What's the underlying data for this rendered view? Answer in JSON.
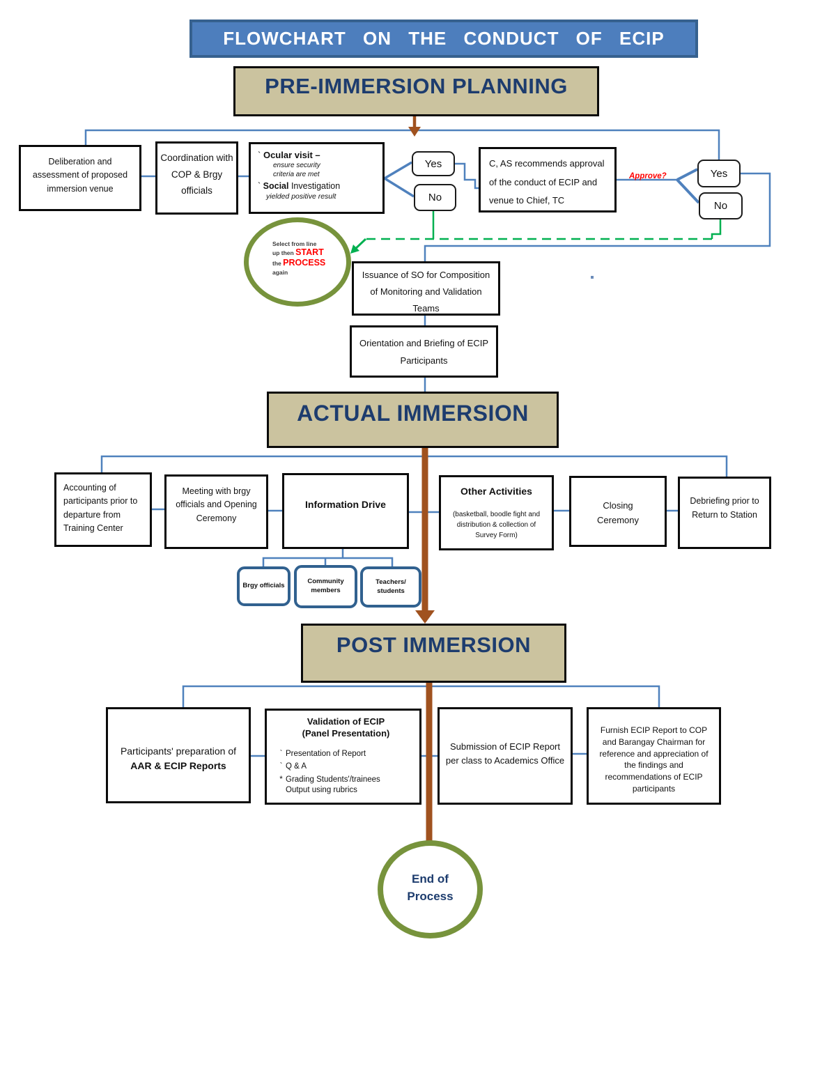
{
  "colors": {
    "accent_blue": "#4d7ebd",
    "connector_blue": "#4f81bd",
    "connector_green": "#00b050",
    "circle_olive": "#77933c",
    "trunk_brown": "#a0521f",
    "banner_tan": "#cbc39f",
    "heading_navy": "#1d3c6e",
    "alert_red": "#ff0000"
  },
  "title_bar": {
    "label": "FLOWCHART ON THE CONDUCT OF ECIP"
  },
  "sections": {
    "pre_immersion": "PRE-IMMERSION PLANNING",
    "actual_immersion": "ACTUAL IMMERSION",
    "post_immersion": "POST IMMERSION"
  },
  "pre": {
    "deliberation": "Deliberation and assessment of proposed immersion venue",
    "coordination": "Coordination with COP & Brgy officials",
    "ocular": {
      "bullet1": "`",
      "visit_title": "Ocular visit –",
      "visit_note": "ensure security criteria are met",
      "bullet2": "`",
      "social_bold": "Social",
      "social_rest": " Investigation",
      "social_note": "yielded positive result"
    },
    "decision1": {
      "yes": "Yes",
      "no": "No"
    },
    "recommendation": "C, AS recommends approval of the conduct of ECIP and venue to Chief, TC",
    "approve_question": "Approve?",
    "decision2": {
      "yes": "Yes",
      "no": "No"
    },
    "restart_note": {
      "line1": "Select from line",
      "line2_plain": "up then ",
      "line2_red": "START",
      "line3_plain": "the ",
      "line3_red": "PROCESS",
      "line4": "again"
    },
    "issuance": "Issuance of SO for Composition of Monitoring and Validation Teams",
    "orientation": "Orientation and Briefing of ECIP Participants"
  },
  "actual": {
    "accounting": "Accounting of participants prior to departure from Training Center",
    "meeting": "Meeting with brgy officials and Opening Ceremony",
    "information_drive": "Information Drive",
    "other_activities_title": "Other Activities",
    "other_activities_note": "(basketball, boodle fight and distribution & collection of Survey Form)",
    "closing": "Closing Ceremony",
    "debriefing": "Debriefing prior to Return to Station",
    "audiences": [
      "Brgy officials",
      "Community members",
      "Teachers/ students"
    ]
  },
  "post": {
    "preparation_plain": "Participants' preparation of ",
    "preparation_bold": "AAR & ECIP Reports",
    "validation": {
      "title_line1": "Validation of ECIP",
      "title_line2": "(Panel Presentation)",
      "bullets": [
        "`",
        "`",
        "*"
      ],
      "items": [
        "Presentation of Report",
        "Q & A",
        "Grading Students'/trainees Output using rubrics"
      ]
    },
    "submission": "Submission of ECIP Report per class to Academics Office",
    "furnish": "Furnish ECIP Report to COP and Barangay Chairman for reference and appreciation of the findings and recommendations of ECIP participants"
  },
  "terminal": {
    "line1": "End of",
    "line2": "Process"
  }
}
